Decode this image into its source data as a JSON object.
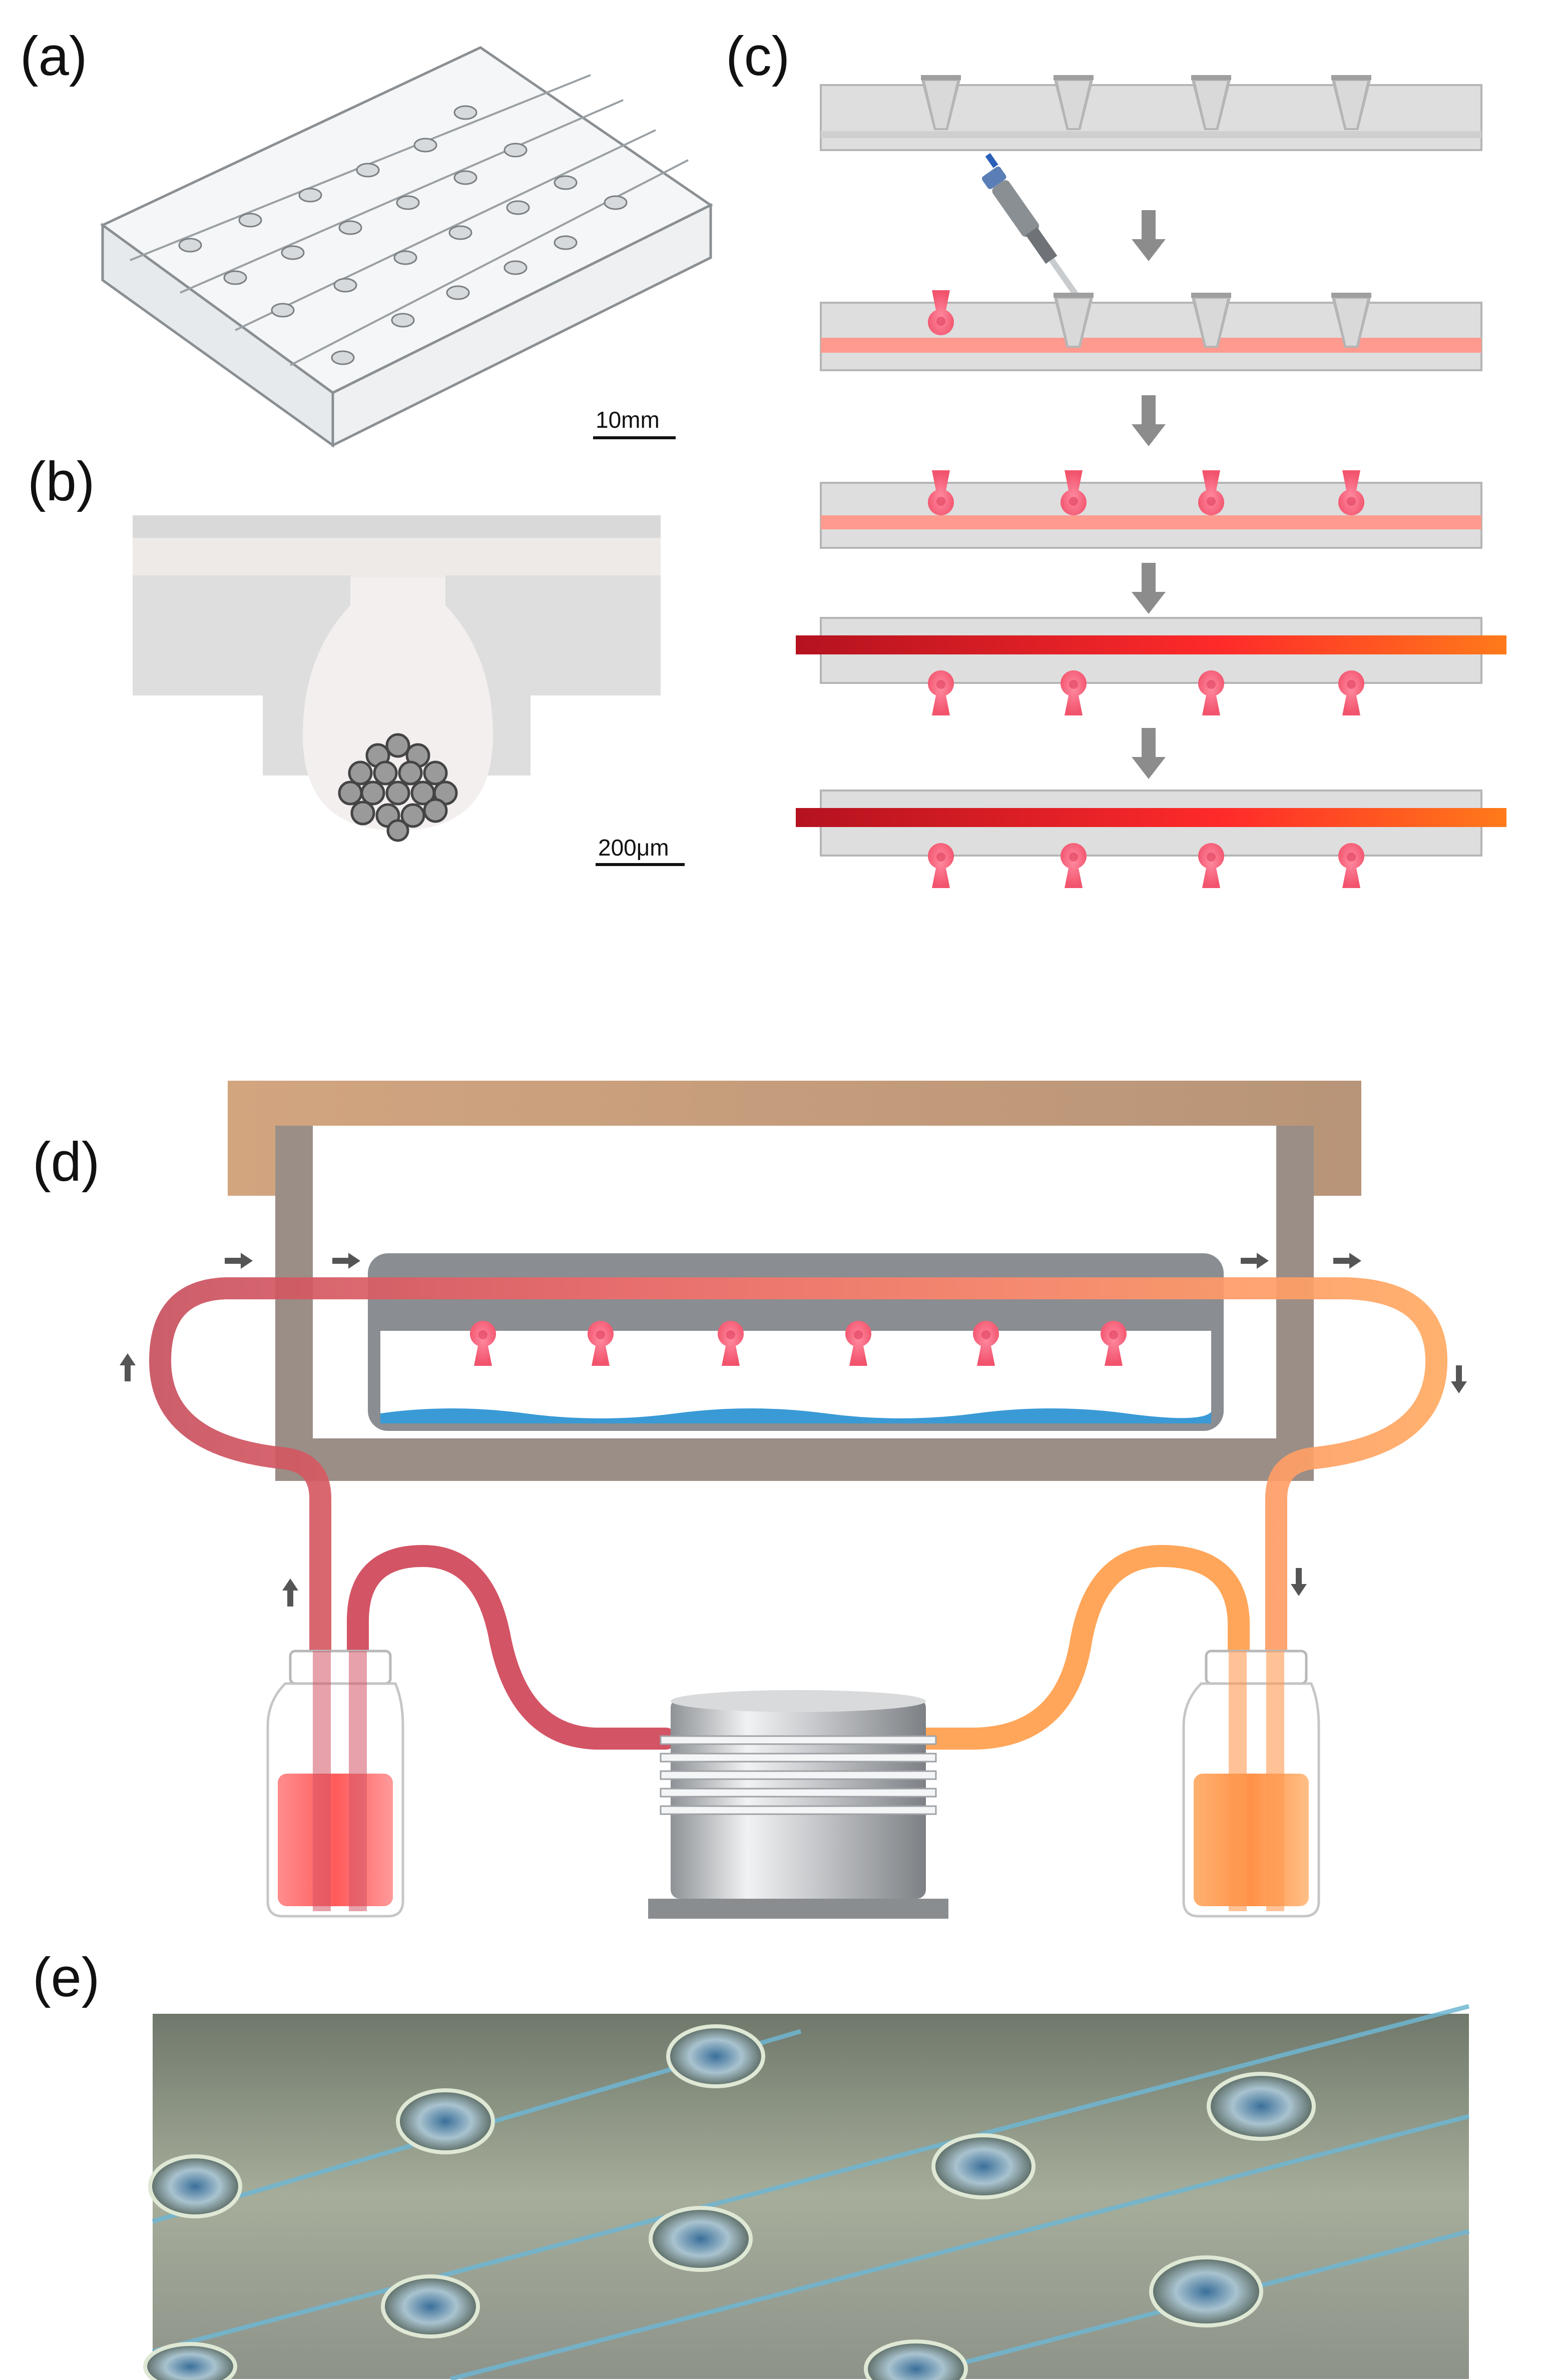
{
  "panels": {
    "a": {
      "label": "(a)",
      "scale_bar": "10mm"
    },
    "b": {
      "label": "(b)",
      "scale_bar": "200μm"
    },
    "c": {
      "label": "(c)"
    },
    "d": {
      "label": "(d)"
    },
    "e": {
      "label": "(e)"
    }
  },
  "colors": {
    "chip_body": "#dcdcdc",
    "chip_edge": "#b9b9b9",
    "medium_light": "#ff8a80",
    "medium_strong": "#e52a3a",
    "droplet": "#ff6f86",
    "arrow": "#8c8c8c",
    "frame": "#9a8e87",
    "lid": "#c8a07e",
    "water": "#3a9ad6",
    "tube_red": "#d35465",
    "tube_orange": "#ffa65a",
    "pump": "#b9bcc0"
  },
  "icons": [
    "pipette-icon",
    "flow-arrow-icon",
    "pump-icon",
    "reservoir-bottle-icon"
  ]
}
